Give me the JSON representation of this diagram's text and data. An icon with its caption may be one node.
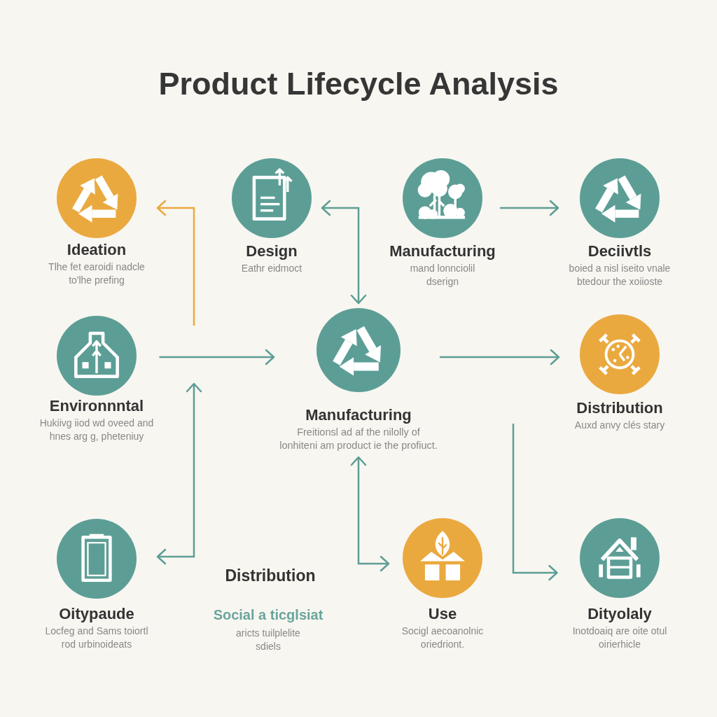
{
  "diagram": {
    "title": "Product Lifecycle Analysis",
    "nodes": [
      {
        "text": [
          "Ideation",
          "Tlhe fet earoidi nadcle to'lhe prefing"
        ]
      },
      {
        "text": [
          "Design",
          "Eathr eidmoct"
        ]
      },
      {
        "text": [
          "Manufacturing",
          "mand lonnciolil dserign"
        ]
      },
      {
        "text": [
          "Deciivtls",
          "boied a nisl iseito vnale btedour the xoiioste"
        ]
      },
      {
        "text": [
          "Environnntal",
          "Hukiivg iiod wd oveed and hnes arg g, pheteniuy"
        ]
      },
      {
        "text": [
          "Manufacturing",
          "Freitionsl ad af the nilolly of lonhiteni am product ie the profiuct."
        ]
      },
      {
        "text": [
          "Distribution",
          "Auxd anvy clés stary"
        ]
      },
      {
        "text": [
          "Oitypaude",
          "Locfeg and Sams toiortl rod urbinoideats"
        ]
      },
      {
        "text": [
          "Use",
          "Socigl aecoanolnic oriedriont."
        ]
      },
      {
        "text": [
          "Dityolaly",
          "Inotdoaiq are oite otul oirierhicle"
        ]
      }
    ],
    "edges": [
      {
        "from": null,
        "to": 0,
        "arrow": "to",
        "color": "#eaa93f"
      },
      {
        "from": 1,
        "to": 5,
        "arrow": "both"
      },
      {
        "from": 2,
        "to": 3,
        "arrow": "to"
      },
      {
        "from": 4,
        "to": 5,
        "arrow": "to"
      },
      {
        "from": null,
        "to": 7,
        "arrow": "both"
      },
      {
        "from": 5,
        "to": 6,
        "arrow": "to"
      },
      {
        "from": 5,
        "to": 8,
        "arrow": "both"
      },
      {
        "from": null,
        "to": 9,
        "arrow": "to"
      }
    ],
    "labels": [
      "Distribution",
      "Social a ticglsiat",
      "aricts tuilplelite sdiels"
    ]
  }
}
